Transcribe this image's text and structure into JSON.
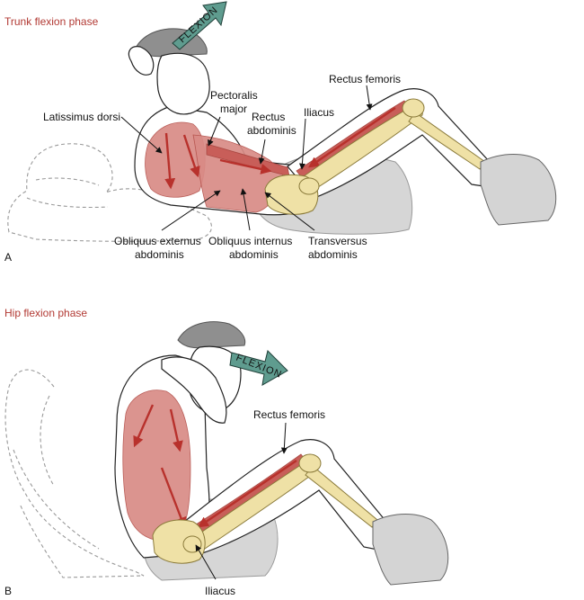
{
  "colors": {
    "phase_title": "#b23a34",
    "muscle": "#d98b86",
    "muscle_dark": "#c85e59",
    "bone": "#efe1a6",
    "flexion_arrow": "#5f9c8f",
    "pelvis_base": "#d6d6d6"
  },
  "panel_a": {
    "phase_title": "Trunk flexion phase",
    "panel_letter": "A",
    "arrow_text": "FLEXION",
    "labels": {
      "latissimus_dorsi": "Latissimus dorsi",
      "pectoralis_1": "Pectoralis",
      "pectoralis_2": "major",
      "rectus_abdominis_1": "Rectus",
      "rectus_abdominis_2": "abdominis",
      "iliacus": "Iliacus",
      "rectus_femoris": "Rectus femoris",
      "obliquus_externus_1": "Obliquus externus",
      "obliquus_externus_2": "abdominis",
      "obliquus_internus_1": "Obliquus internus",
      "obliquus_internus_2": "abdominis",
      "transversus_1": "Transversus",
      "transversus_2": "abdominis"
    }
  },
  "panel_b": {
    "phase_title": "Hip flexion phase",
    "panel_letter": "B",
    "arrow_text": "FLEXION",
    "labels": {
      "rectus_femoris": "Rectus femoris",
      "iliacus": "Iliacus"
    }
  }
}
